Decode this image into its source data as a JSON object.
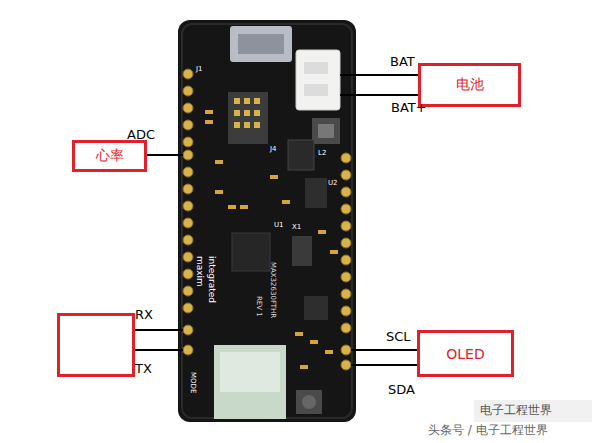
{
  "diagram": {
    "nodes": [
      {
        "text": [
          "电池"
        ]
      },
      {
        "text": [
          "心率"
        ]
      },
      {
        "text": [
          "OLED"
        ]
      }
    ],
    "labels": [
      "BAT",
      "BAT+",
      "ADC",
      "RX",
      "TX",
      "SCL",
      "SDA",
      "maxim",
      "integrated",
      "MAX32630FTHR",
      "REV 1",
      "J1",
      "J4",
      "U1",
      "X1",
      "U2",
      "L2",
      "MODE",
      "电子工程世界",
      "头条号 / 电子工程世界"
    ]
  }
}
